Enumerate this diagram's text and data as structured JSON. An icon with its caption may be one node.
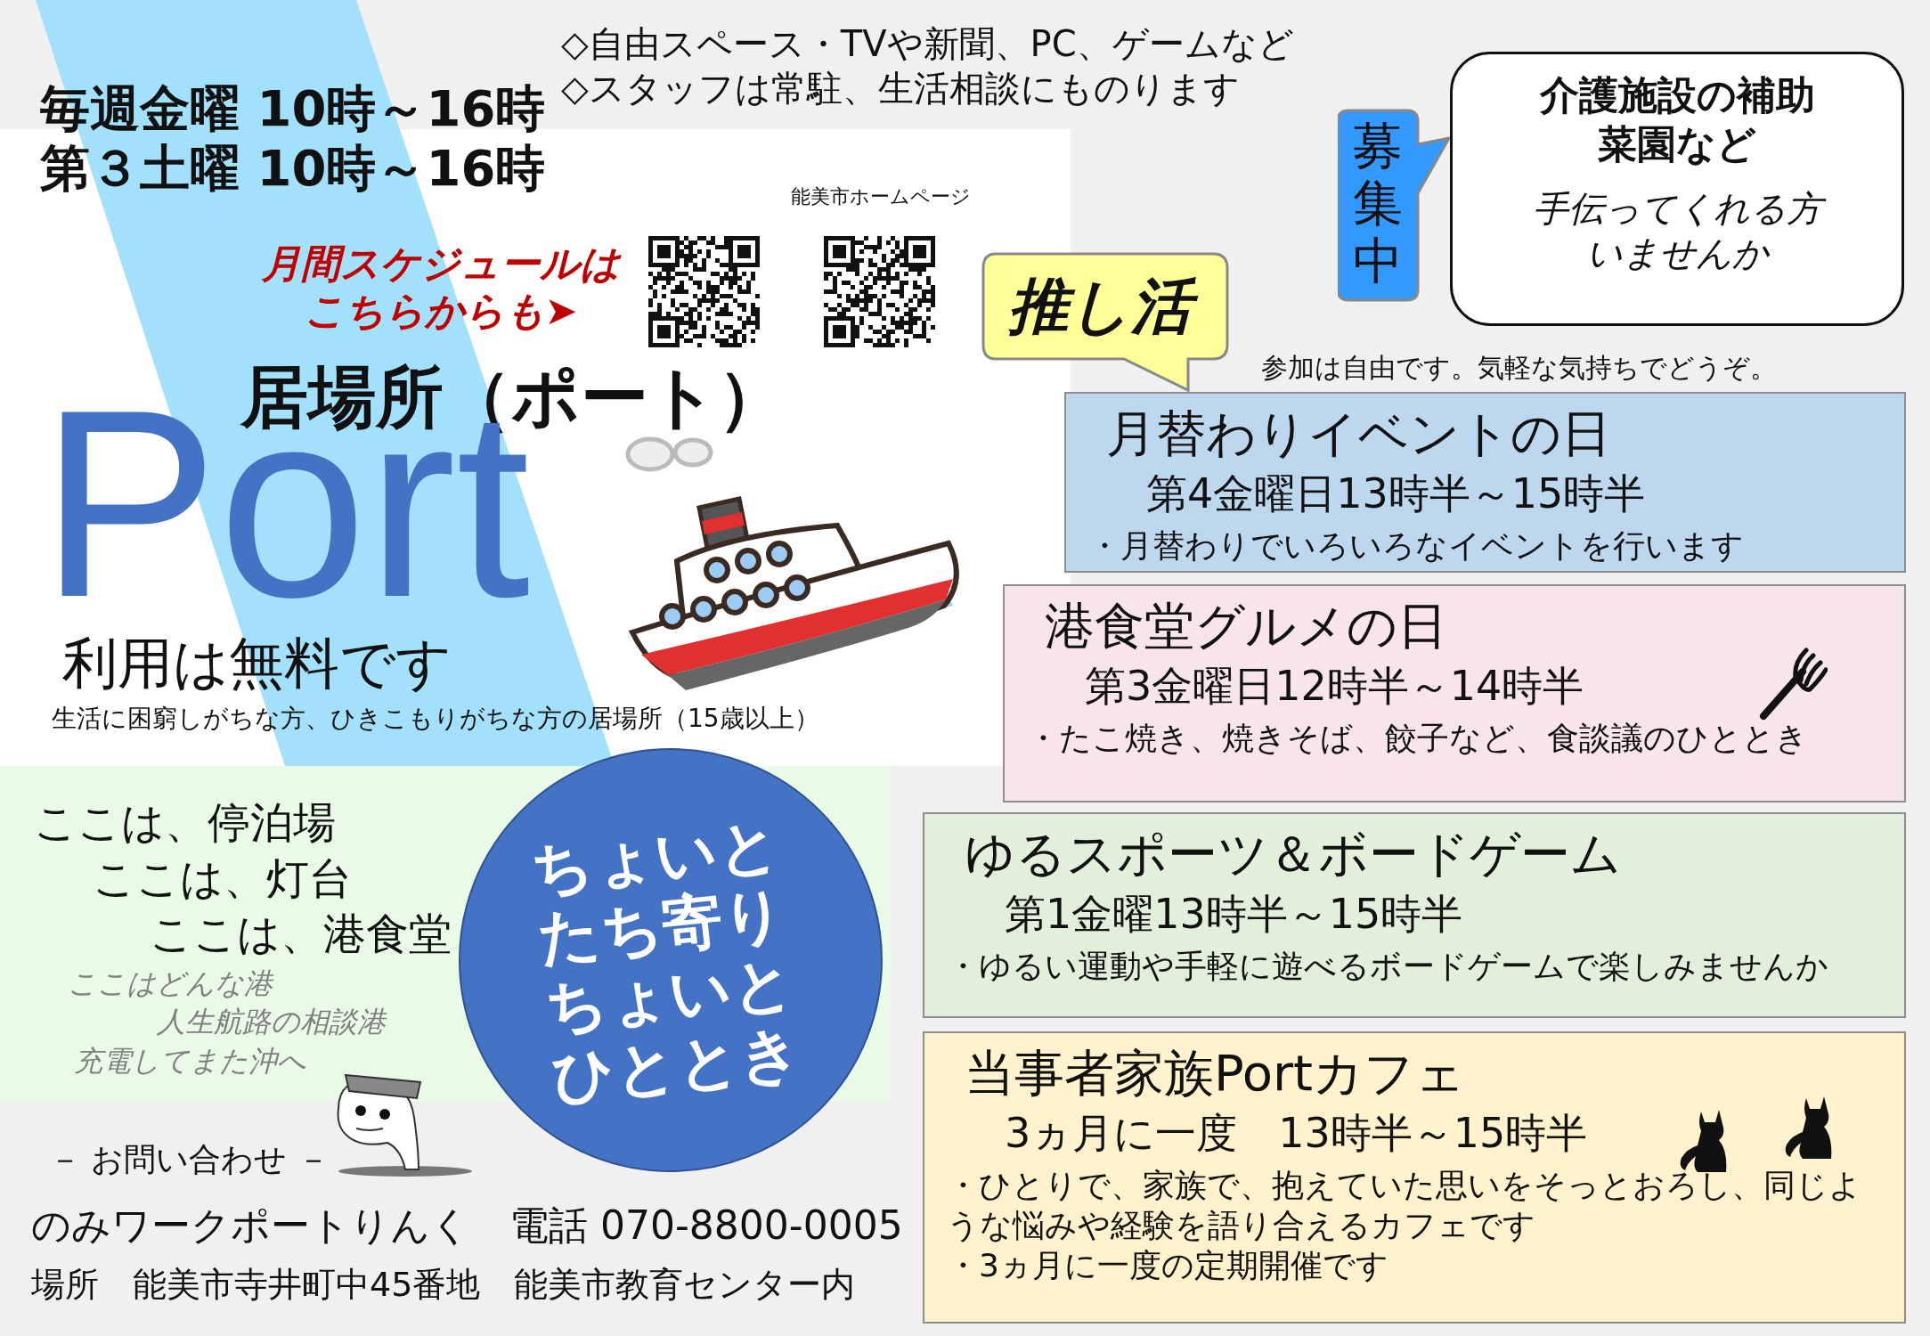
{
  "diagram": {
    "nodes": [
      {
        "text": [
          "募集中"
        ]
      },
      {
        "text": [
          "介護施設の補助菜園など",
          "手伝ってくれる方いませんか"
        ]
      },
      {
        "text": [
          "推し活"
        ]
      },
      {
        "text": [
          "月替わりイベントの日",
          "第4金曜日13時半～15時半",
          "・月替わりでいろいろなイベントを行います"
        ]
      },
      {
        "text": [
          "港食堂グルメの日",
          "第3金曜日12時半～14時半",
          "・たこ焼き、焼きそば、餃子など、食談議のひととき"
        ]
      },
      {
        "text": [
          "ゆるスポーツ＆ボードゲーム",
          "第1金曜13時半～15時半",
          "・ゆるい運動や手軽に遊べるボードゲームで楽しみませんか"
        ]
      },
      {
        "text": [
          "当事者家族Portカフェ",
          "3ヵ月に一度　13時半～15時半",
          "・ひとりで、家族で、抱えていた思いをそっとおろし、同じような悩みや経験を語り合えるカフェです",
          "・3ヵ月に一度の定期開催です"
        ]
      },
      {
        "text": [
          "ちょいとたち寄りちょいとひととき"
        ]
      }
    ],
    "labels": [
      "◇自由スペース・TVや新聞、PC、ゲームなど",
      "◇スタッフは常駐、生活相談にものります",
      "毎週金曜 10時～16時",
      "第３土曜 10時～16時",
      "能美市ホームページ",
      "月間スケジュールはこちらからも➤",
      "参加は自由です。気軽な気持ちでどうぞ。",
      "居場所（ポート）",
      "Port",
      "利用は無料です",
      "生活に困窮しがちな方、ひきこもりがちな方の居場所（15歳以上）",
      "ここは、停泊場",
      "ここは、灯台",
      "ここは、港食堂",
      "ここはどんな港",
      "人生航路の相談港",
      "充電してまた沖へ",
      "－ お問い合わせ －",
      "のみワークポートりんく　電話 070-8800-0005",
      "場所　能美市寺井町中45番地　能美市教育センター内"
    ]
  }
}
